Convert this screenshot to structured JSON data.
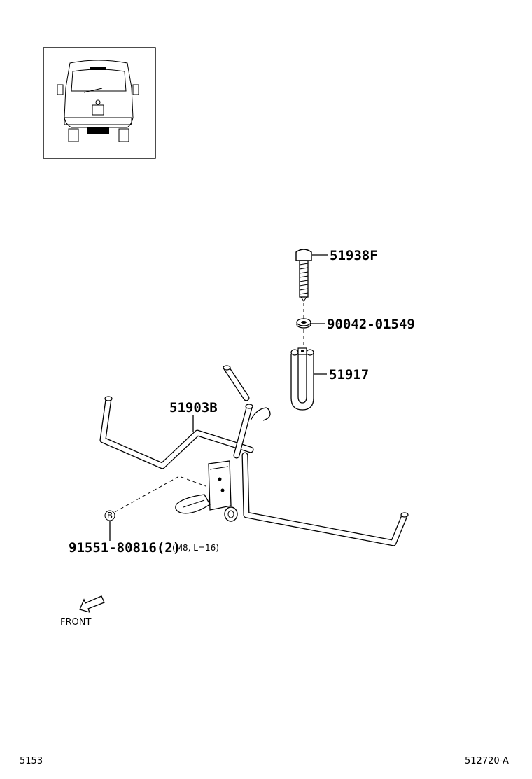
{
  "parts": [
    {
      "id": "51938F",
      "label": "51938F",
      "kind": "bolt"
    },
    {
      "id": "90042-01549",
      "label": "90042-01549",
      "kind": "washer"
    },
    {
      "id": "51917",
      "label": "51917",
      "kind": "u-clamp"
    },
    {
      "id": "51903B",
      "label": "51903B",
      "kind": "spare-wheel-carrier"
    },
    {
      "id": "91551-80816",
      "label": "91551-80816(2)",
      "spec": "(M8, L=16)",
      "callout": "B",
      "kind": "bolt"
    }
  ],
  "front_label": "FRONT",
  "footer": {
    "left_code": "5153",
    "right_code": "512720-A"
  }
}
